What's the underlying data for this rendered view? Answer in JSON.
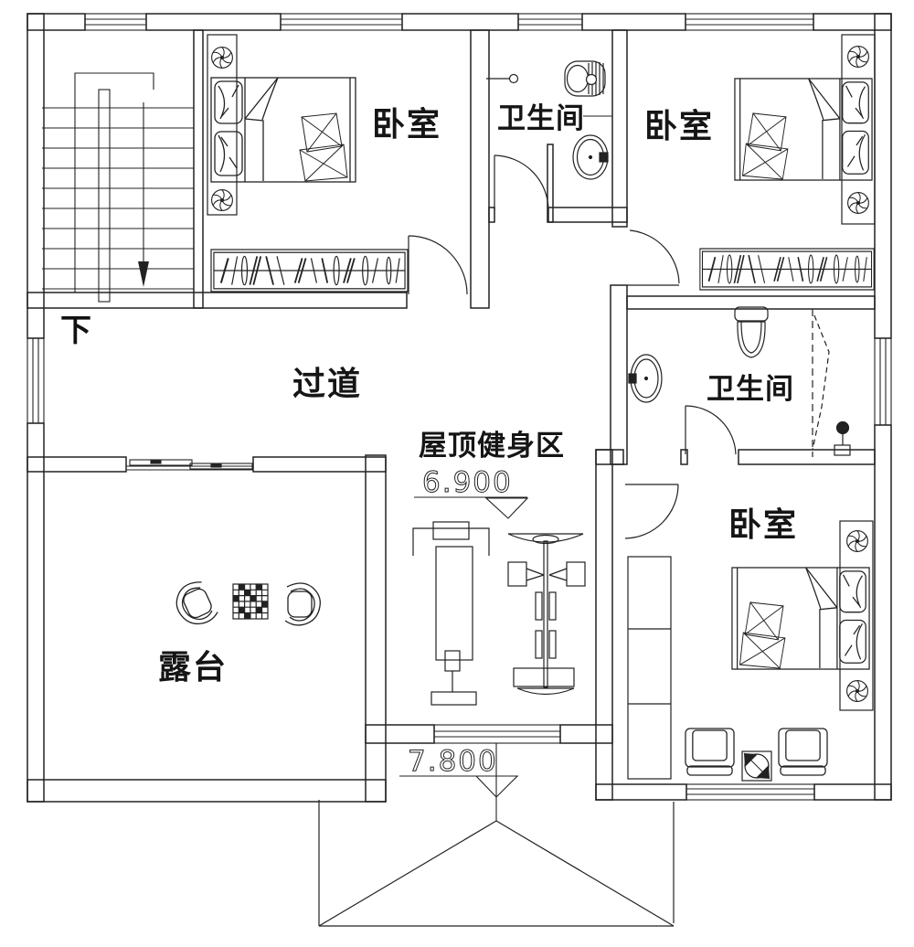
{
  "floor_plan": {
    "labels": {
      "bedroom_top_left": "卧室",
      "bedroom_top_right": "卧室",
      "bedroom_bottom_right": "卧室",
      "bathroom_top": "卫生间",
      "bathroom_middle": "卫生间",
      "corridor": "过道",
      "terrace": "露台",
      "roof_gym": "屋顶健身区",
      "stairs_down": "下"
    },
    "elevations": {
      "gym_level": "6.900",
      "roof_level": "7.800"
    },
    "colors": {
      "line": "#222222",
      "background": "#ffffff"
    }
  }
}
